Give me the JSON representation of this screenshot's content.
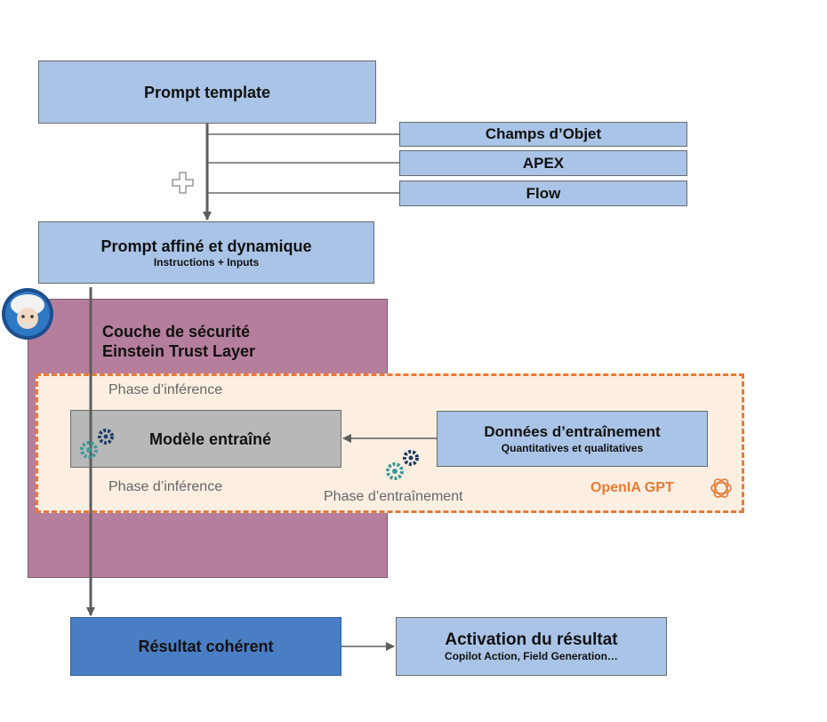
{
  "prompt_template": {
    "label": "Prompt template"
  },
  "sources": [
    {
      "label": "Champs d’Objet"
    },
    {
      "label": "APEX"
    },
    {
      "label": "Flow"
    }
  ],
  "refined_prompt": {
    "title": "Prompt affiné et dynamique",
    "subtitle": "Instructions + Inputs"
  },
  "security_layer": {
    "line1": "Couche de sécurité",
    "line2": "Einstein Trust Layer"
  },
  "inference": {
    "phase_top": "Phase d’inférence",
    "phase_bottom": "Phase d’inférence",
    "model_label": "Modèle entraîné"
  },
  "training": {
    "title": "Données d’entraînement",
    "subtitle": "Quantitatives et qualitatives",
    "phase_label": "Phase d’entraînement"
  },
  "provider": {
    "label": "OpenIA GPT"
  },
  "result": {
    "label": "Résultat cohérent"
  },
  "activation": {
    "title": "Activation du résultat",
    "subtitle": "Copilot Action, Field Generation…"
  },
  "colors": {
    "light_blue": "#a9c4e6",
    "dark_blue": "#4a7ec4",
    "security_layer": "#b57e9c",
    "inference_band": "#fcefe2",
    "dashed_border": "#ea7a33",
    "model_box": "#b8b8b8",
    "arrow": "#5d5d5d"
  }
}
